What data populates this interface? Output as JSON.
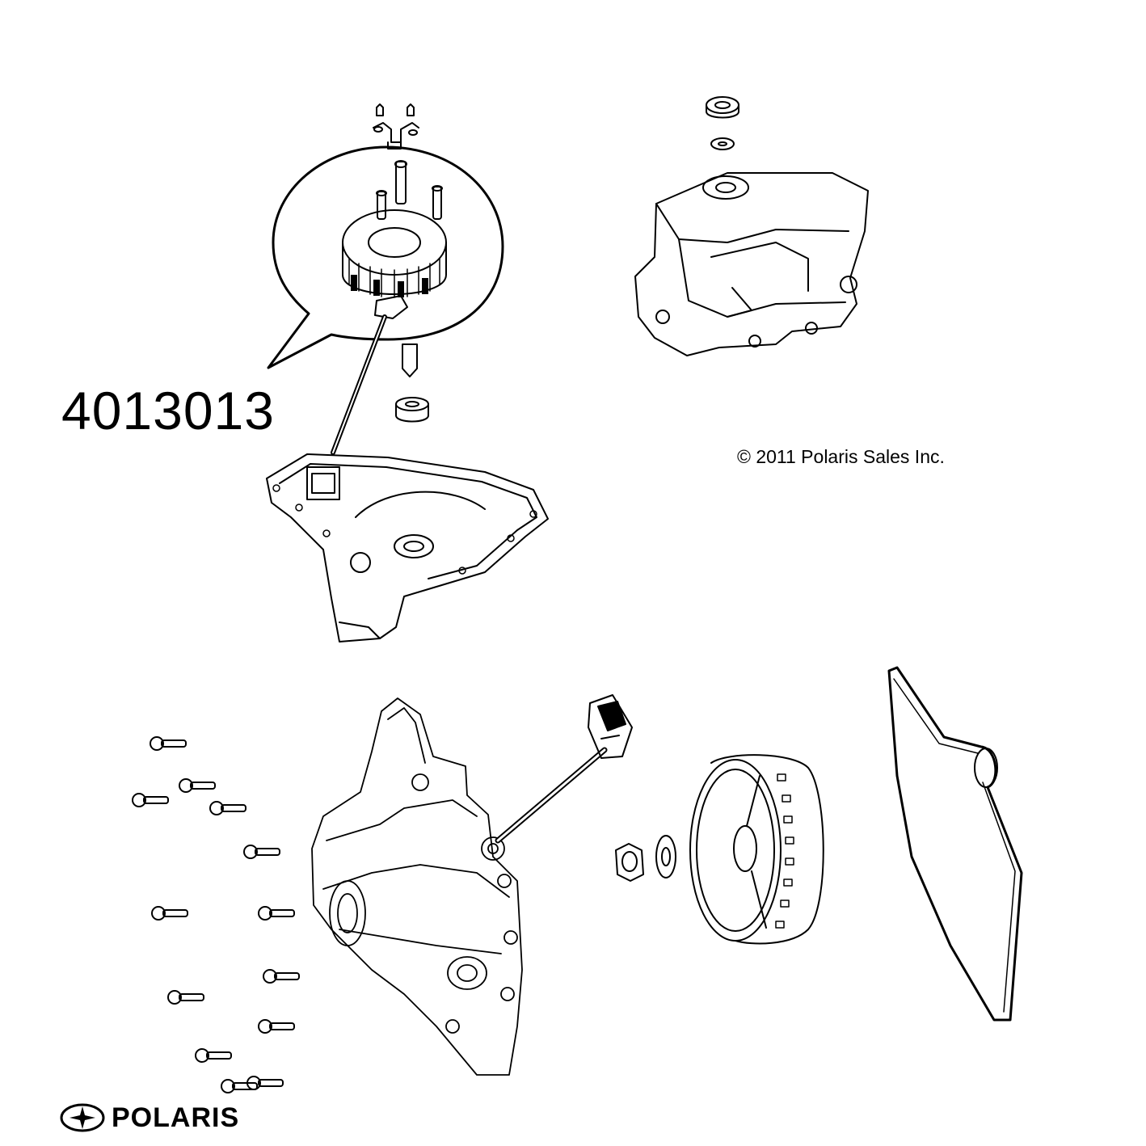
{
  "callout": {
    "part_number": "4013013"
  },
  "copyright": "© 2011 Polaris Sales Inc.",
  "brand": {
    "name": "POLARIS",
    "logo_icon": "polaris-star-icon"
  },
  "colors": {
    "line": "#000000",
    "background": "#ffffff"
  }
}
